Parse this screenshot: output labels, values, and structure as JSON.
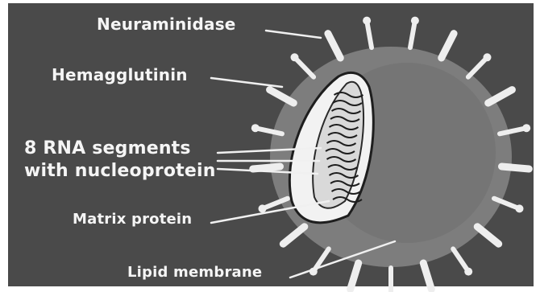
{
  "labels": {
    "neuraminidase": "Neuraminidase",
    "hemagglutinin": "Hemagglutinin",
    "rna_line1": "8 RNA segments",
    "rna_line2": "with nucleoprotein",
    "matrix": "Matrix protein",
    "lipid": "Lipid membrane"
  },
  "colors": {
    "background": "#4a4a4a",
    "frame": "#ffffff",
    "spike": "#eeeeee",
    "envelope": "#7d7d7d",
    "text": "#f5f5f5"
  }
}
